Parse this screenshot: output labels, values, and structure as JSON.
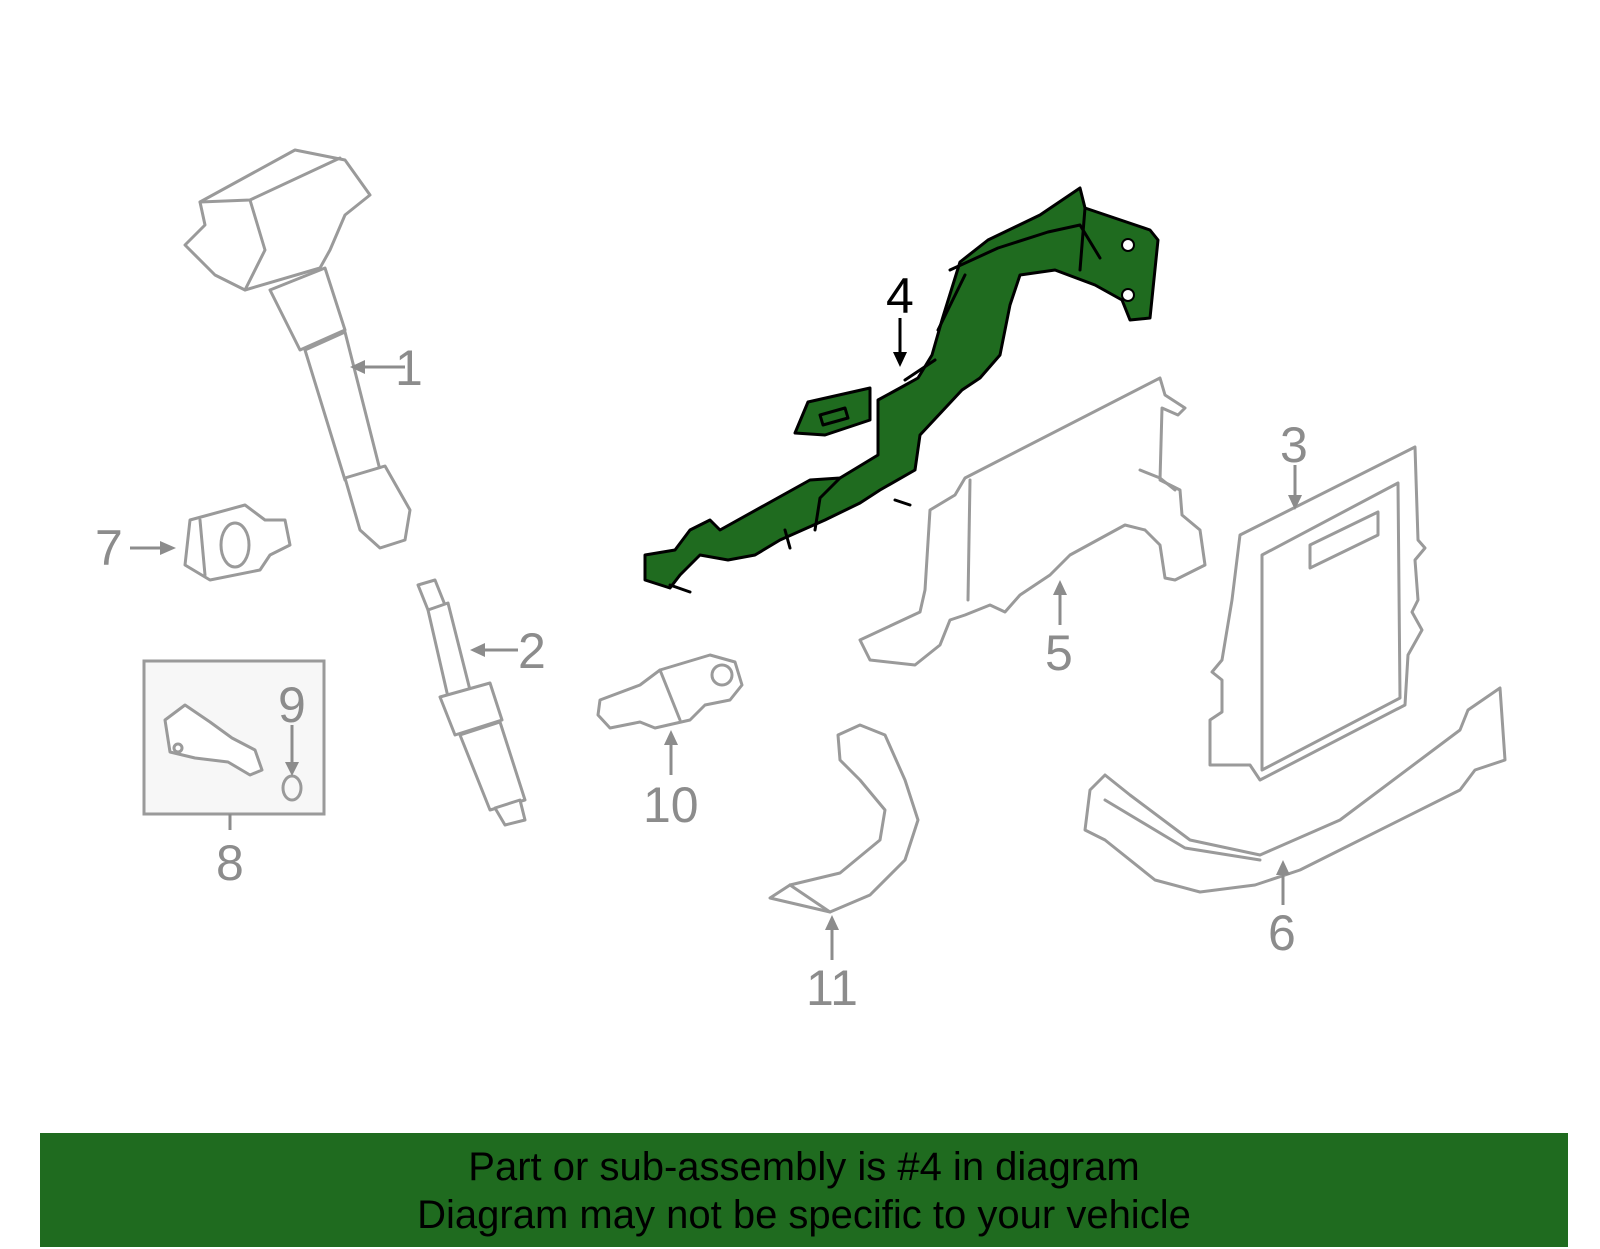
{
  "diagram": {
    "highlighted_part": "4",
    "highlight_color": "#1f6b1f",
    "callouts": {
      "c1": "1",
      "c2": "2",
      "c3": "3",
      "c4": "4",
      "c5": "5",
      "c6": "6",
      "c7": "7",
      "c8": "8",
      "c9": "9",
      "c10": "10",
      "c11": "11"
    }
  },
  "banner": {
    "line1": "Part or sub-assembly is #4 in diagram",
    "line2": "Diagram may not be specific to your vehicle",
    "background": "#1f6b1f"
  }
}
